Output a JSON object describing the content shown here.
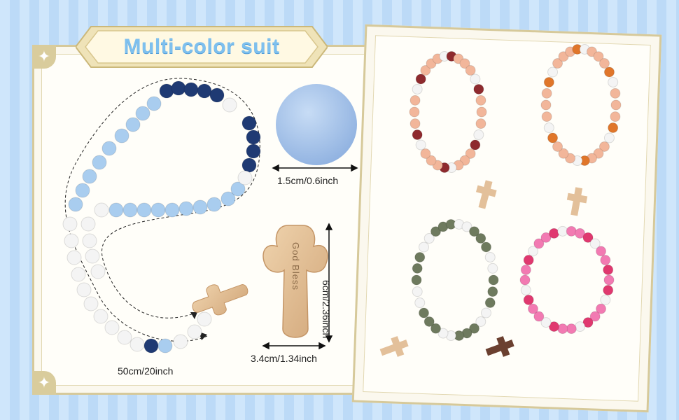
{
  "banner": {
    "title": "Multi-color suit"
  },
  "dimensions": {
    "bead_size": "1.5cm/0.6inch",
    "cross_height": "6cm/2.36inch",
    "cross_width": "3.4cm/1.34inch",
    "rosary_length": "50cm/20inch"
  },
  "cross": {
    "engraving": "God Bless"
  },
  "colors": {
    "navy": "#1f3a73",
    "light_blue": "#a9cdef",
    "white_bead": "#f4f4f4",
    "wood": "#e3c09a",
    "dark_wood": "#6b4030",
    "burgundy": "#8e2a2e",
    "peach": "#f2b69a",
    "orange": "#e0762a",
    "olive": "#6e7a5e",
    "pink": "#f27ab2",
    "hot_pink": "#e0386f",
    "frame": "#d6c99a"
  },
  "variants": [
    "burgundy-peach-rosary",
    "peach-orange-rosary",
    "olive-white-rosary",
    "pink-rosary"
  ]
}
